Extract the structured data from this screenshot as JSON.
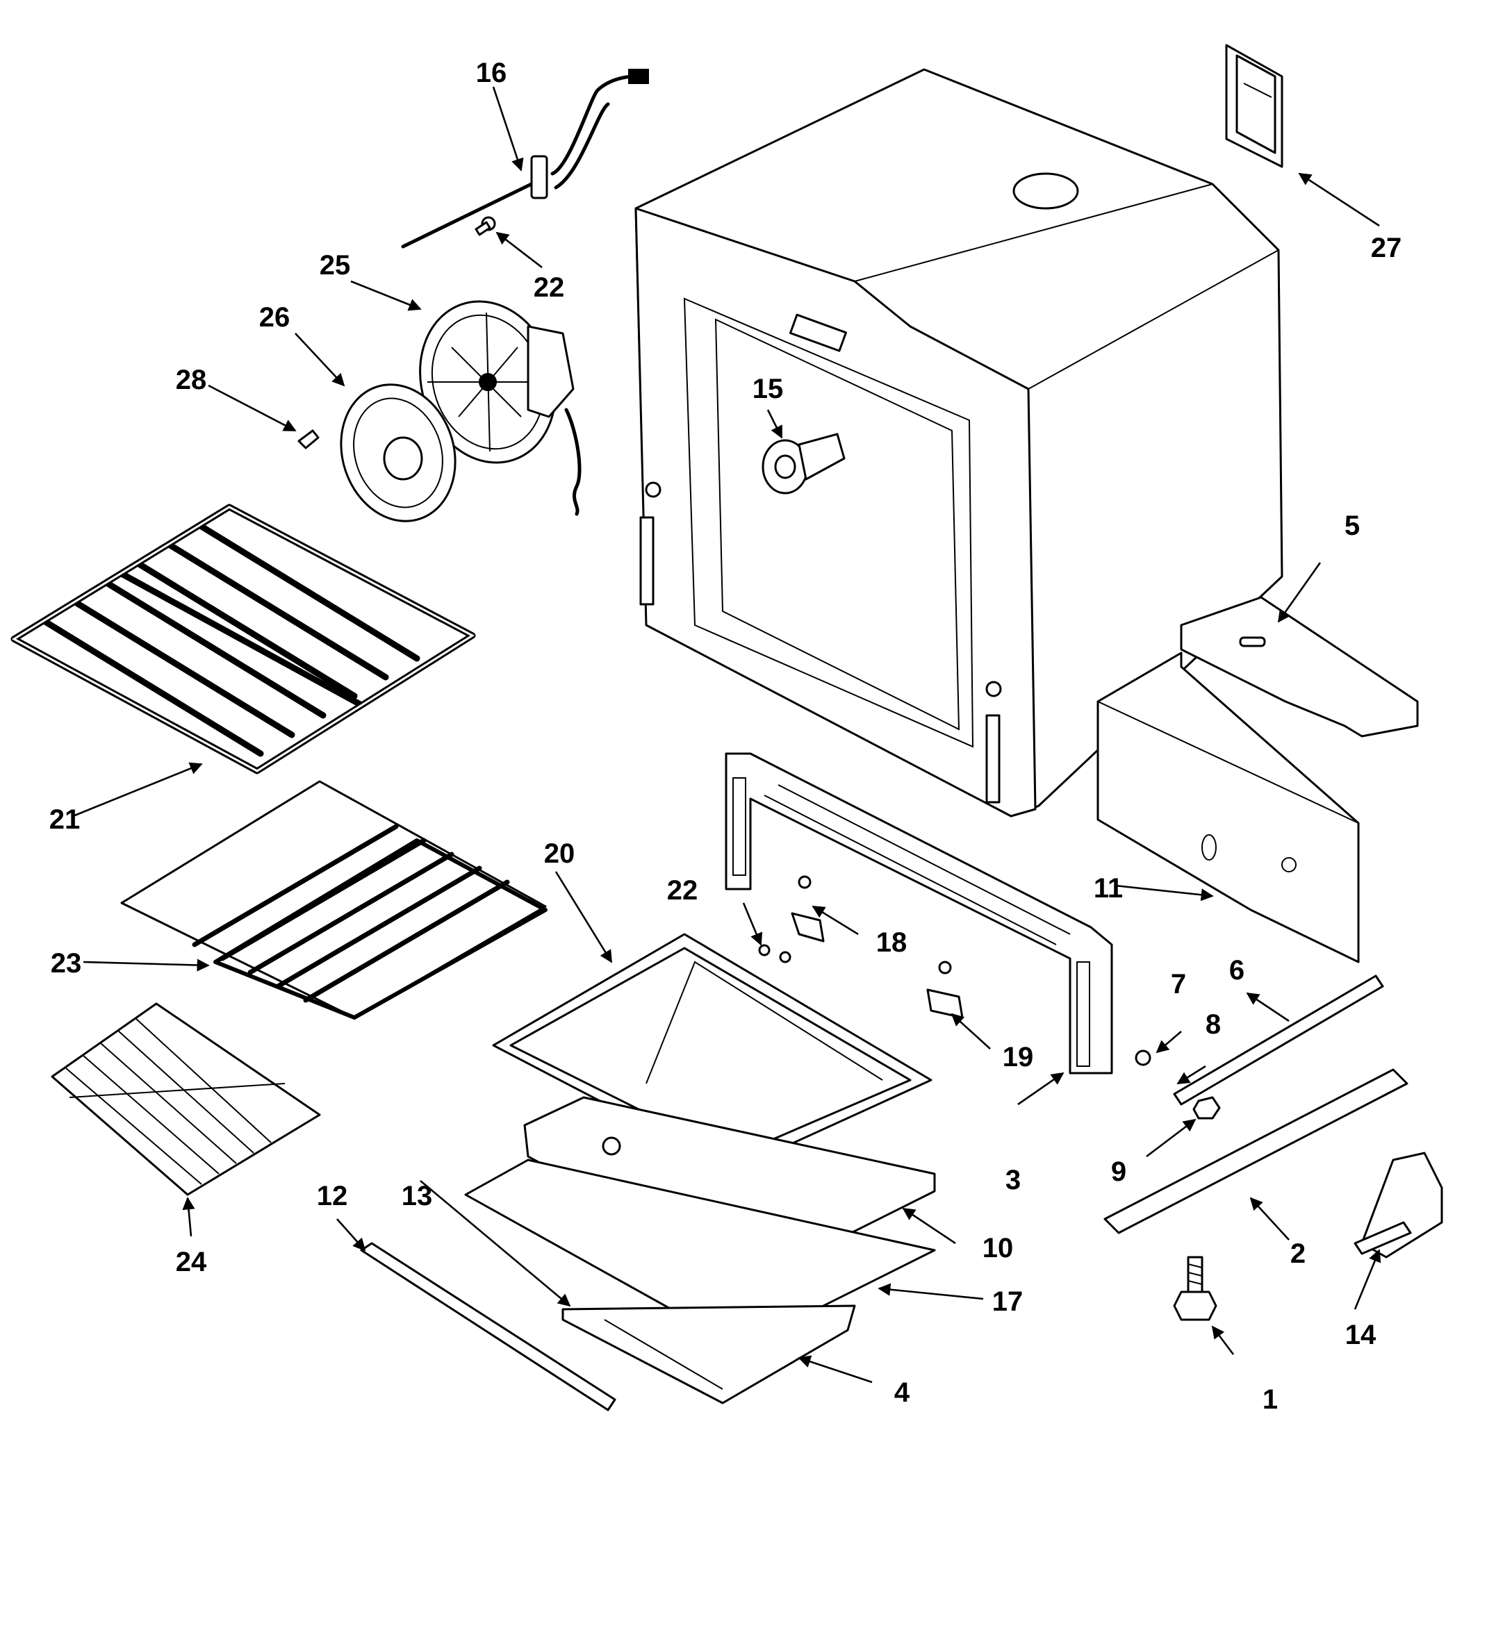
{
  "callouts": [
    {
      "id": "1",
      "label": "1"
    },
    {
      "id": "2",
      "label": "2"
    },
    {
      "id": "3",
      "label": "3"
    },
    {
      "id": "4",
      "label": "4"
    },
    {
      "id": "5",
      "label": "5"
    },
    {
      "id": "6",
      "label": "6"
    },
    {
      "id": "7",
      "label": "7"
    },
    {
      "id": "8",
      "label": "8"
    },
    {
      "id": "9",
      "label": "9"
    },
    {
      "id": "10",
      "label": "10"
    },
    {
      "id": "11",
      "label": "11"
    },
    {
      "id": "12",
      "label": "12"
    },
    {
      "id": "13",
      "label": "13"
    },
    {
      "id": "14",
      "label": "14"
    },
    {
      "id": "15",
      "label": "15"
    },
    {
      "id": "16",
      "label": "16"
    },
    {
      "id": "17",
      "label": "17"
    },
    {
      "id": "18",
      "label": "18"
    },
    {
      "id": "19",
      "label": "19"
    },
    {
      "id": "20",
      "label": "20"
    },
    {
      "id": "21",
      "label": "21"
    },
    {
      "id": "22a",
      "label": "22"
    },
    {
      "id": "22b",
      "label": "22"
    },
    {
      "id": "23",
      "label": "23"
    },
    {
      "id": "24",
      "label": "24"
    },
    {
      "id": "25",
      "label": "25"
    },
    {
      "id": "26",
      "label": "26"
    },
    {
      "id": "27",
      "label": "27"
    },
    {
      "id": "28",
      "label": "28"
    }
  ]
}
